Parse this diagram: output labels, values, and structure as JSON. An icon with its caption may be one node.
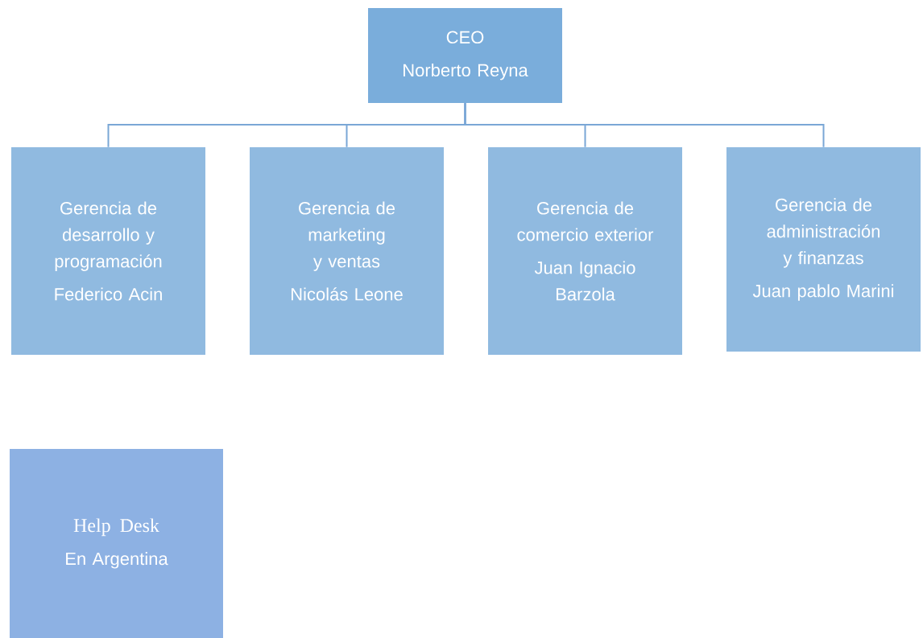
{
  "diagram": {
    "nodes": [
      {
        "text": [
          "CEO",
          "Norberto Reyna"
        ]
      },
      {
        "text": [
          "Gerencia de desarrollo y programación",
          "Federico Acin"
        ]
      },
      {
        "text": [
          "Gerencia de marketing y ventas",
          "Nicolás Leone"
        ]
      },
      {
        "text": [
          "Gerencia de comercio exterior",
          "Juan Ignacio Barzola"
        ]
      },
      {
        "text": [
          "Gerencia de administración y finanzas",
          "Juan pablo Marini"
        ]
      },
      {
        "text": [
          "Help Desk",
          "En Argentina"
        ]
      }
    ],
    "edges": [
      {
        "from": 0,
        "to": 1,
        "arrow": "none"
      },
      {
        "from": 0,
        "to": 2,
        "arrow": "none"
      },
      {
        "from": 0,
        "to": 3,
        "arrow": "none"
      },
      {
        "from": 0,
        "to": 4,
        "arrow": "none"
      }
    ]
  }
}
